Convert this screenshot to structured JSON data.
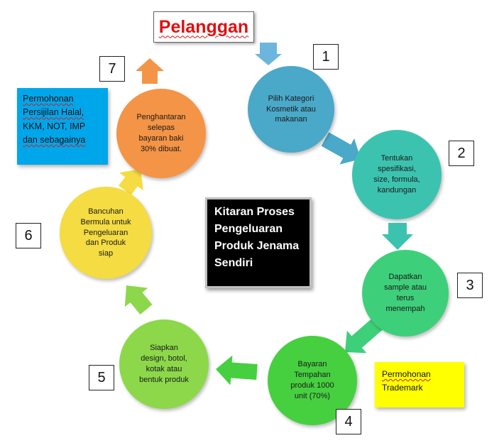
{
  "title": "Pelanggan",
  "center_label": [
    "Kitaran Proses",
    "Pengeluaran",
    "Produk Jenama",
    "Sendiri"
  ],
  "steps": [
    {
      "number": "1",
      "lines": [
        "Pilih Kategori",
        "Kosmetik atau",
        "makanan"
      ],
      "color": "#4aa8c8"
    },
    {
      "number": "2",
      "lines": [
        "Tentukan",
        "spesifikasi,",
        "size, formula,",
        "kandungan"
      ],
      "color": "#3cc3b0"
    },
    {
      "number": "3",
      "lines": [
        "Dapatkan",
        "sample atau",
        "terus",
        "menempah"
      ],
      "color": "#3ecf7a"
    },
    {
      "number": "4",
      "lines": [
        "Bayaran",
        "Tempahan",
        "produk 1000",
        "unit (70%)"
      ],
      "color": "#46d040"
    },
    {
      "number": "5",
      "lines": [
        "Siapkan",
        "design, botol,",
        "kotak atau",
        "bentuk produk"
      ],
      "color": "#8cd84a"
    },
    {
      "number": "6",
      "lines": [
        "Bancuhan",
        "Bermula untuk",
        "Pengeluaran",
        "dan Produk",
        "siap"
      ],
      "color": "#f4dc42"
    },
    {
      "number": "7",
      "lines": [
        "Penghantaran",
        "selepas",
        "bayaran baki",
        "30% dibuat."
      ],
      "color": "#f49446"
    }
  ],
  "notes": {
    "blue": {
      "lines": [
        "Permohonan",
        "Persijilan Halal,",
        "KKM, NOT, IMP",
        "dan sebagainya"
      ],
      "color": "#00a6ea"
    },
    "yellow": {
      "lines": [
        "Permohonan",
        "Trademark"
      ],
      "color": "#ffff00"
    }
  },
  "colors": {
    "title_text": "#e01010",
    "arrow_to_step1": "#6cb6de",
    "arrow_from_step7": "#f49446"
  }
}
